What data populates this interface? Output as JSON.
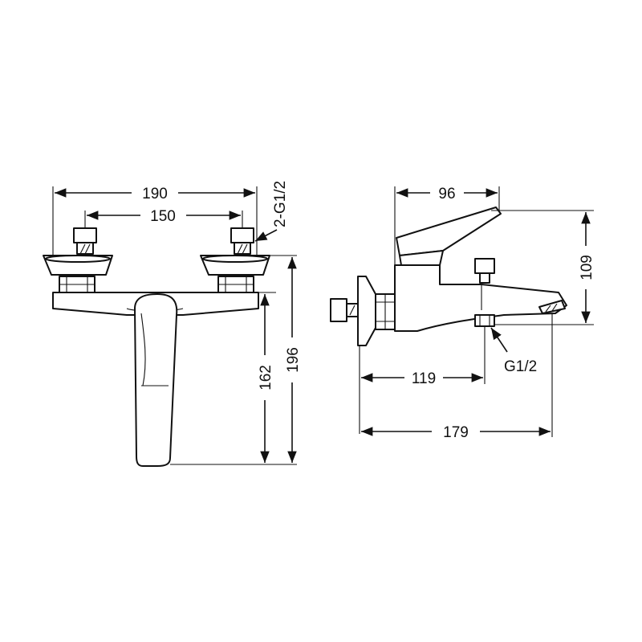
{
  "dimensions": {
    "front_width_outer": "190",
    "front_width_inner": "150",
    "front_height_short": "162",
    "front_height_tall": "196",
    "front_thread": "2-G1/2",
    "side_width_top": "96",
    "side_height": "109",
    "side_depth_mid": "119",
    "side_depth_total": "179",
    "side_thread": "G1/2"
  },
  "colors": {
    "line": "#111111",
    "background": "#ffffff"
  }
}
